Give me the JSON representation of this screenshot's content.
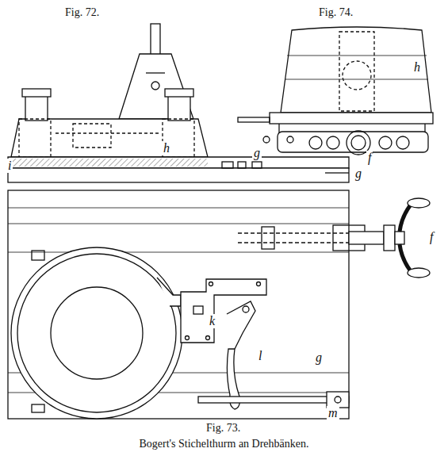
{
  "diagram": {
    "caption": "Bogert's Stichelthurm an Drehbänken.",
    "labels": [
      "Fig. 72.",
      "Fig. 74.",
      "i",
      "h",
      "g",
      "h",
      "g",
      "f",
      "k",
      "l",
      "m",
      "g",
      "f",
      "Fig. 73."
    ]
  }
}
